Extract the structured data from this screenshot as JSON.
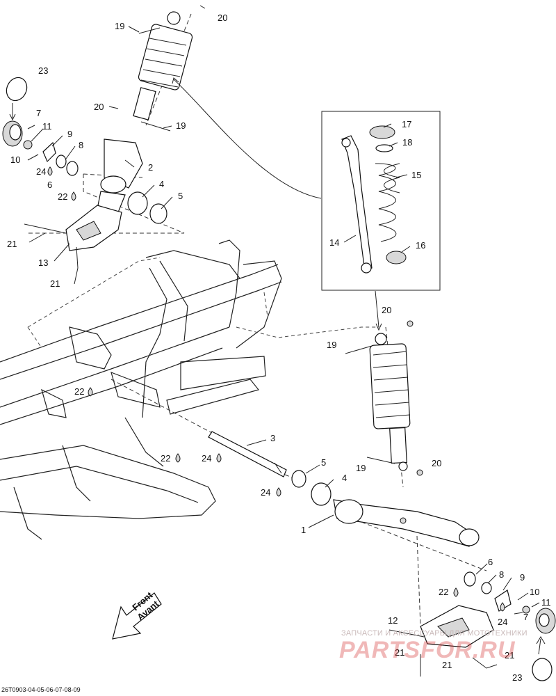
{
  "callouts": [
    {
      "id": "c20a",
      "text": "20"
    },
    {
      "id": "c19a",
      "text": "19"
    },
    {
      "id": "c23a",
      "text": "23"
    },
    {
      "id": "c7a",
      "text": "7"
    },
    {
      "id": "c11a",
      "text": "11"
    },
    {
      "id": "c9a",
      "text": "9"
    },
    {
      "id": "c8a",
      "text": "8"
    },
    {
      "id": "c10a",
      "text": "10"
    },
    {
      "id": "c24a",
      "text": "24"
    },
    {
      "id": "c6a",
      "text": "6"
    },
    {
      "id": "c20b",
      "text": "20"
    },
    {
      "id": "c19b",
      "text": "19"
    },
    {
      "id": "c2",
      "text": "2"
    },
    {
      "id": "c22a",
      "text": "22"
    },
    {
      "id": "c4a",
      "text": "4"
    },
    {
      "id": "c5a",
      "text": "5"
    },
    {
      "id": "c21a",
      "text": "21"
    },
    {
      "id": "c13",
      "text": "13"
    },
    {
      "id": "c21b",
      "text": "21"
    },
    {
      "id": "c17",
      "text": "17"
    },
    {
      "id": "c18",
      "text": "18"
    },
    {
      "id": "c15",
      "text": "15"
    },
    {
      "id": "c14",
      "text": "14"
    },
    {
      "id": "c16",
      "text": "16"
    },
    {
      "id": "c20c",
      "text": "20"
    },
    {
      "id": "c19c",
      "text": "19"
    },
    {
      "id": "c22b",
      "text": "22"
    },
    {
      "id": "c3",
      "text": "3"
    },
    {
      "id": "c22c",
      "text": "22"
    },
    {
      "id": "c24b",
      "text": "24"
    },
    {
      "id": "c5b",
      "text": "5"
    },
    {
      "id": "c19d",
      "text": "19"
    },
    {
      "id": "c20d",
      "text": "20"
    },
    {
      "id": "c4b",
      "text": "4"
    },
    {
      "id": "c24c",
      "text": "24"
    },
    {
      "id": "c1",
      "text": "1"
    },
    {
      "id": "c6b",
      "text": "6"
    },
    {
      "id": "c8b",
      "text": "8"
    },
    {
      "id": "c9b",
      "text": "9"
    },
    {
      "id": "c22d",
      "text": "22"
    },
    {
      "id": "c10b",
      "text": "10"
    },
    {
      "id": "c11b",
      "text": "11"
    },
    {
      "id": "c7b",
      "text": "7"
    },
    {
      "id": "c24d",
      "text": "24"
    },
    {
      "id": "c12",
      "text": "12"
    },
    {
      "id": "c21c",
      "text": "21"
    },
    {
      "id": "c21d",
      "text": "21"
    },
    {
      "id": "c21e",
      "text": "21"
    },
    {
      "id": "c23b",
      "text": "23"
    }
  ],
  "front_arrow": {
    "line1": "Front",
    "line2": "Avant"
  },
  "drawing_code": "26T0903-04-05-06-07-08-09",
  "watermark": {
    "caption": "ЗАПЧАСТИ И АКСЕССУАРЫ ДЛЯ МОТОТЕХНИКИ",
    "logo": "PARTSFOR.RU"
  }
}
